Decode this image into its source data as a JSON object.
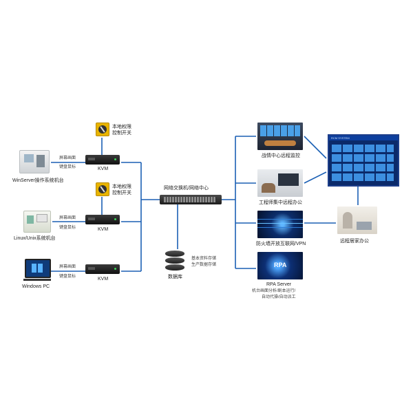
{
  "left_nodes": {
    "winserver": {
      "label": "WinServer操作系统机台",
      "screen": "屏幕画面",
      "keyboard": "键盘鼠标",
      "kvm": "KVM"
    },
    "linux": {
      "label": "Linux/Unix系统机台",
      "screen": "屏幕画面",
      "keyboard": "键盘鼠标",
      "kvm": "KVM"
    },
    "windows_pc": {
      "label": "Windows PC",
      "screen": "屏幕画面",
      "keyboard": "键盘鼠标",
      "kvm": "KVM"
    }
  },
  "key_switch": {
    "line1": "本地权限",
    "line2": "控制开关"
  },
  "hub": {
    "label": "网络交换机/网络中心"
  },
  "database": {
    "label": "数据库",
    "line1": "基本资料存储",
    "line2": "生产数据存储"
  },
  "right_nodes": {
    "war_room": "战情中心远程监控",
    "engineer": "工程师集中远程办公",
    "firewall": "防火墙开放互联网/VPN",
    "rpa_title": "RPA Server",
    "rpa_line1": "机台画面分析/剧本运行/",
    "rpa_line2": "自动代操/自动派工",
    "rpa_logo": "RPA",
    "home_office": "远程居家办公",
    "monitor_header": "RCM SYSTEM"
  }
}
